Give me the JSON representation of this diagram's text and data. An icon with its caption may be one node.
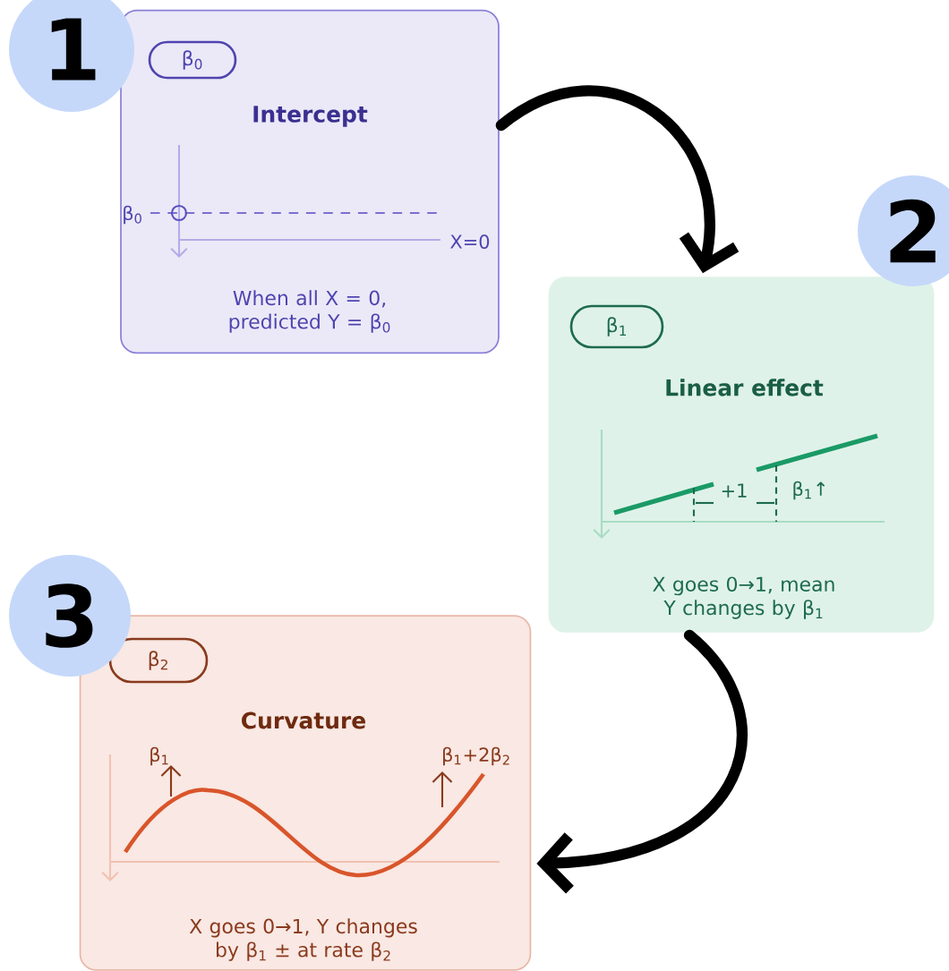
{
  "diagram": {
    "nodes": [
      {
        "text": [
          "Intercept",
          "When all X = 0, predicted Y = β$_{0}$"
        ]
      },
      {
        "text": [
          "β$_{0}$"
        ],
        "in": 0
      },
      {
        "text": [
          "1"
        ]
      },
      {
        "text": [
          "Linear effect",
          "X goes 0→1, mean Y changes by β$_{1}$"
        ]
      },
      {
        "text": [
          "β$_{1}$"
        ],
        "in": 3
      },
      {
        "text": [
          "2"
        ]
      },
      {
        "text": [
          "Curvature",
          "X goes 0→1, Y changes by β$_{1}$ ± at rate β$_{2}$"
        ]
      },
      {
        "text": [
          "β$_{2}$"
        ],
        "in": 6
      },
      {
        "text": [
          "3"
        ]
      }
    ],
    "edges": [
      {
        "from": 0,
        "to": 3,
        "arrow": "to"
      },
      {
        "from": 3,
        "to": 6,
        "arrow": "to"
      }
    ],
    "labels": [
      "β$_{0}$",
      "X=0",
      "+1",
      "β$_{1}$↑",
      "β$_{1}$",
      "β$_{1}$+2β$_{2}$"
    ]
  }
}
